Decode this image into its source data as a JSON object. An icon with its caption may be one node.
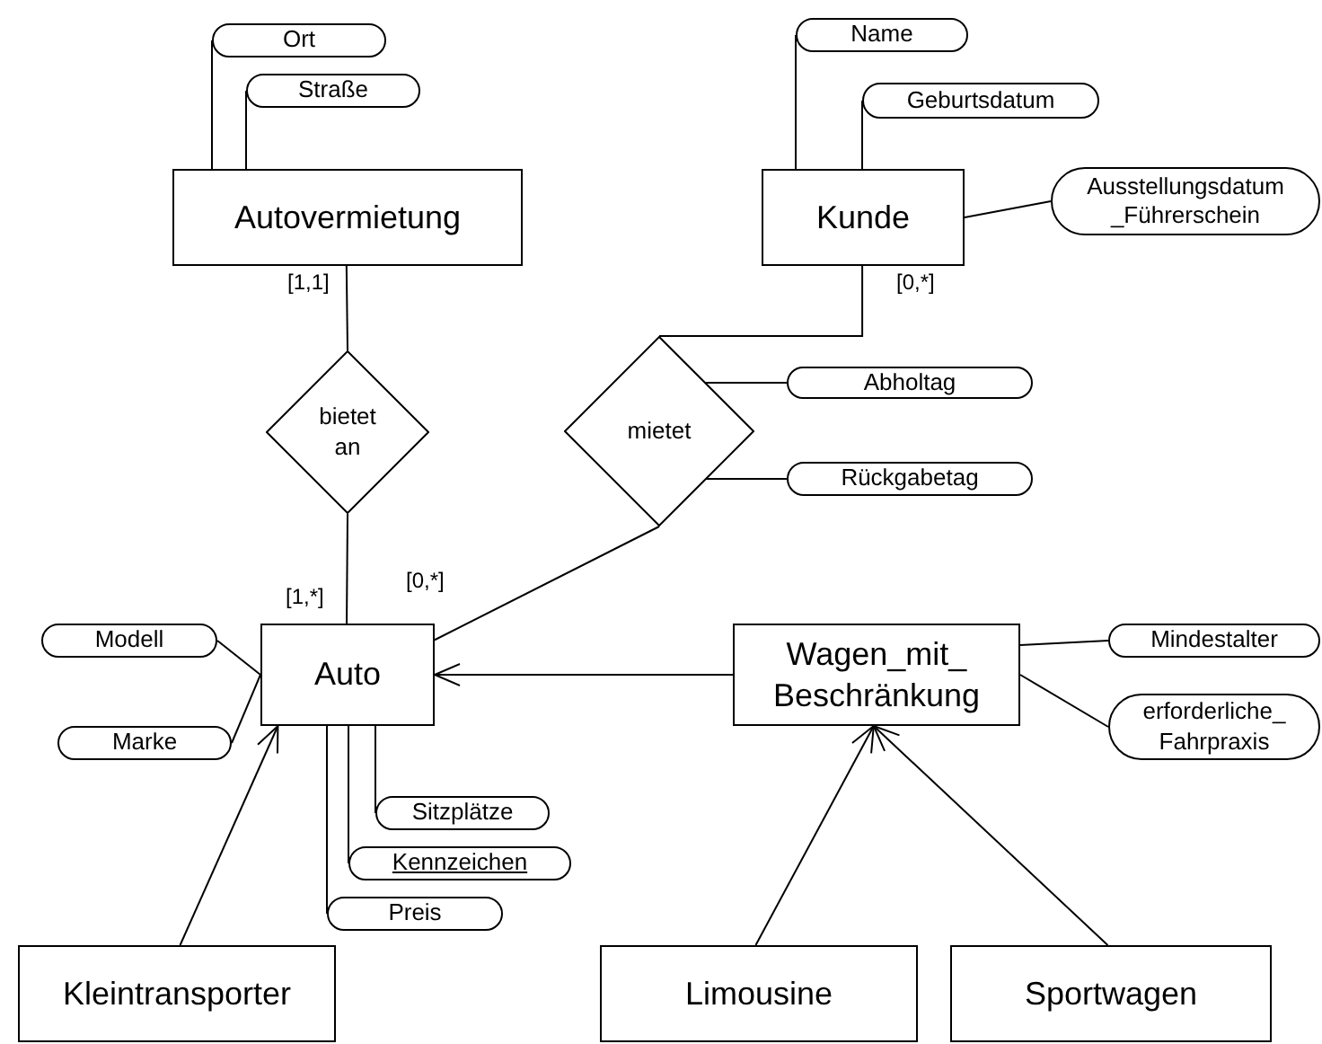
{
  "diagram": {
    "nodes": [
      {
        "text": [
          "Autovermietung"
        ]
      },
      {
        "text": [
          "Ort"
        ]
      },
      {
        "text": [
          "Straße"
        ]
      },
      {
        "text": [
          "Kunde"
        ]
      },
      {
        "text": [
          "Name"
        ]
      },
      {
        "text": [
          "Geburtsdatum"
        ]
      },
      {
        "text": [
          "Ausstellungsdatum _Führerschein"
        ]
      },
      {
        "text": [
          "bietet an"
        ]
      },
      {
        "text": [
          "mietet"
        ]
      },
      {
        "text": [
          "Abholtag"
        ]
      },
      {
        "text": [
          "Rückgabetag"
        ]
      },
      {
        "text": [
          "Auto"
        ]
      },
      {
        "text": [
          "Modell"
        ]
      },
      {
        "text": [
          "Marke"
        ]
      },
      {
        "text": [
          "Sitzplätze"
        ]
      },
      {
        "text": [
          "Kennzeichen"
        ]
      },
      {
        "text": [
          "Preis"
        ]
      },
      {
        "text": [
          "Wagen_mit_ Beschränkung"
        ]
      },
      {
        "text": [
          "Mindestalter"
        ]
      },
      {
        "text": [
          "erforderliche_ Fahrpraxis"
        ]
      },
      {
        "text": [
          "Kleintransporter"
        ]
      },
      {
        "text": [
          "Limousine"
        ]
      },
      {
        "text": [
          "Sportwagen"
        ]
      }
    ],
    "edges": [
      {
        "from": 1,
        "to": 0,
        "arrow": "none"
      },
      {
        "from": 2,
        "to": 0,
        "arrow": "none"
      },
      {
        "from": 0,
        "to": 7,
        "arrow": "none"
      },
      {
        "from": 7,
        "to": 11,
        "arrow": "none"
      },
      {
        "from": 4,
        "to": 3,
        "arrow": "none"
      },
      {
        "from": 5,
        "to": 3,
        "arrow": "none"
      },
      {
        "from": 6,
        "to": 3,
        "arrow": "none"
      },
      {
        "from": 3,
        "to": 8,
        "arrow": "none"
      },
      {
        "from": 8,
        "to": 11,
        "arrow": "none"
      },
      {
        "from": 9,
        "to": 8,
        "arrow": "none"
      },
      {
        "from": 10,
        "to": 8,
        "arrow": "none"
      },
      {
        "from": 12,
        "to": 11,
        "arrow": "none"
      },
      {
        "from": 13,
        "to": 11,
        "arrow": "none"
      },
      {
        "from": 14,
        "to": 11,
        "arrow": "none"
      },
      {
        "from": 15,
        "to": 11,
        "arrow": "none"
      },
      {
        "from": 16,
        "to": 11,
        "arrow": "none"
      },
      {
        "from": 17,
        "to": 11,
        "arrow": "to"
      },
      {
        "from": 18,
        "to": 17,
        "arrow": "none"
      },
      {
        "from": 19,
        "to": 17,
        "arrow": "none"
      },
      {
        "from": 20,
        "to": 11,
        "arrow": "to"
      },
      {
        "from": 21,
        "to": 17,
        "arrow": "to"
      },
      {
        "from": 22,
        "to": 17,
        "arrow": "to"
      }
    ],
    "labels": [
      "[1,1]",
      "[0,*]",
      "[1,*]",
      "[0,*]"
    ]
  }
}
